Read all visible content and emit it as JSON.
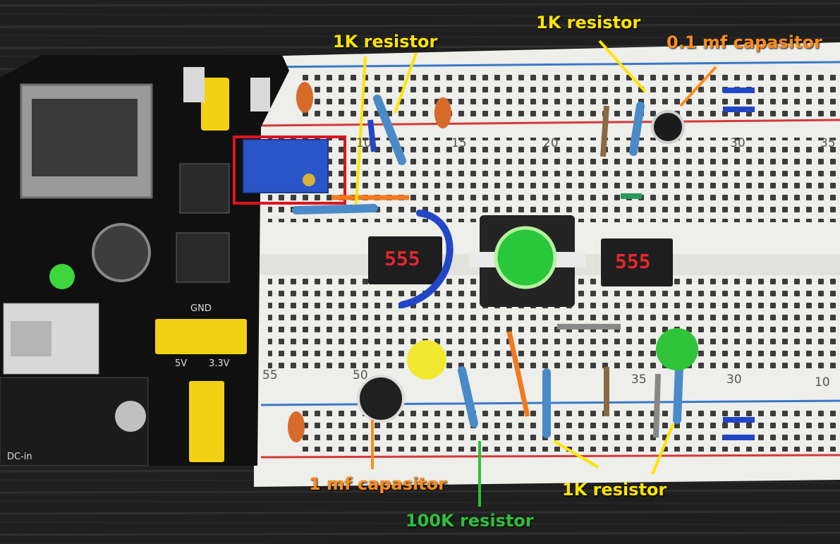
{
  "labels": {
    "r1k_top_left": "1K resistor",
    "r1k_top_right": "1K resistor",
    "cap_01": "0.1 mf capasitor",
    "cap_1": "1 mf capasitor",
    "r100k": "100K resistor",
    "r1k_bottom": "1K resistor"
  },
  "chips": {
    "left": "555",
    "right": "555"
  },
  "board_numbers": [
    "10",
    "15",
    "20",
    "30",
    "35",
    "55",
    "50",
    "35",
    "30",
    "10"
  ],
  "power_module": {
    "gnd": "GND",
    "v5": "5V",
    "v33": "3.3V",
    "dcin": "DC-in"
  },
  "colors": {
    "yellow_label": "#ffe400",
    "orange_label": "#ff8c1a",
    "green_label": "#2fbf3a",
    "chip_text": "#e8262b",
    "highlight_box": "#e0141e"
  }
}
